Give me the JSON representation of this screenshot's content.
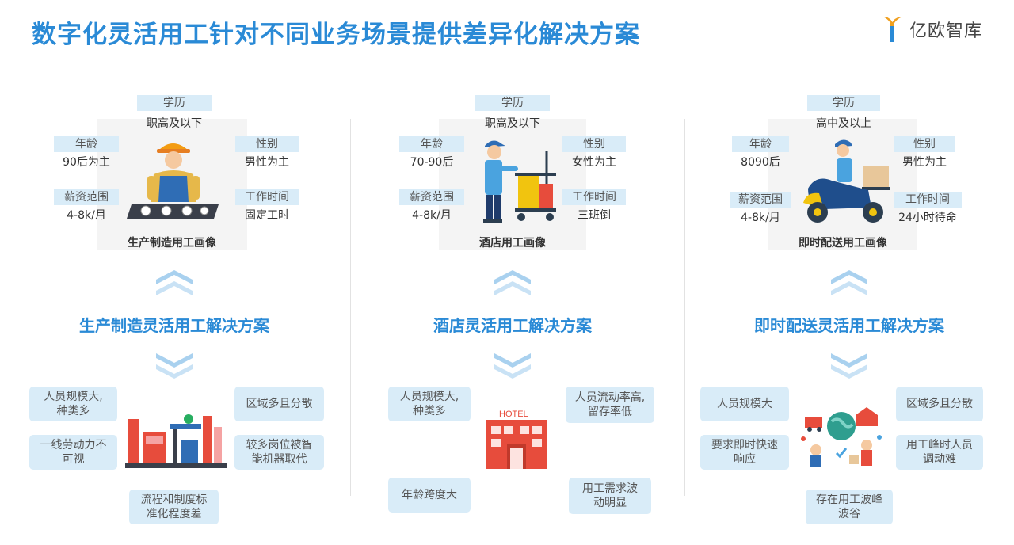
{
  "title": "数字化灵活用工针对不同业务场景提供差异化解决方案",
  "logo": {
    "text": "亿欧智库"
  },
  "colors": {
    "accent": "#2a8ad6",
    "box": "#d9ecf8",
    "profile_bg": "#f4f4f4"
  },
  "columns": [
    {
      "profile": {
        "education": {
          "label": "学历",
          "value": "职高及以下"
        },
        "age": {
          "label": "年龄",
          "value": "90后为主"
        },
        "gender": {
          "label": "性别",
          "value": "男性为主"
        },
        "salary": {
          "label": "薪资范围",
          "value": "4-8k/月"
        },
        "hours": {
          "label": "工作时间",
          "value": "固定工时"
        },
        "title": "生产制造用工画像"
      },
      "solution": "生产制造灵活用工解决方案",
      "challenges": [
        "人员规模大,\n种类多",
        "区域多且分散",
        "一线劳动力不\n可视",
        "较多岗位被智\n能机器取代",
        "流程和制度标\n准化程度差"
      ]
    },
    {
      "profile": {
        "education": {
          "label": "学历",
          "value": "职高及以下"
        },
        "age": {
          "label": "年龄",
          "value": "70-90后"
        },
        "gender": {
          "label": "性别",
          "value": "女性为主"
        },
        "salary": {
          "label": "薪资范围",
          "value": "4-8k/月"
        },
        "hours": {
          "label": "工作时间",
          "value": "三班倒"
        },
        "title": "酒店用工画像"
      },
      "solution": "酒店灵活用工解决方案",
      "hotel_sign": "HOTEL",
      "challenges": [
        "人员规模大,\n种类多",
        "人员流动率高,\n留存率低",
        "年龄跨度大",
        "用工需求波\n动明显"
      ]
    },
    {
      "profile": {
        "education": {
          "label": "学历",
          "value": "高中及以上"
        },
        "age": {
          "label": "年龄",
          "value": "8090后"
        },
        "gender": {
          "label": "性别",
          "value": "男性为主"
        },
        "salary": {
          "label": "薪资范围",
          "value": "4-8k/月"
        },
        "hours": {
          "label": "工作时间",
          "value": "24小时待命"
        },
        "title": "即时配送用工画像"
      },
      "solution": "即时配送灵活用工解决方案",
      "challenges": [
        "人员规模大",
        "区域多且分散",
        "要求即时快速\n响应",
        "用工峰时人员\n调动难",
        "存在用工波峰\n波谷"
      ]
    }
  ]
}
